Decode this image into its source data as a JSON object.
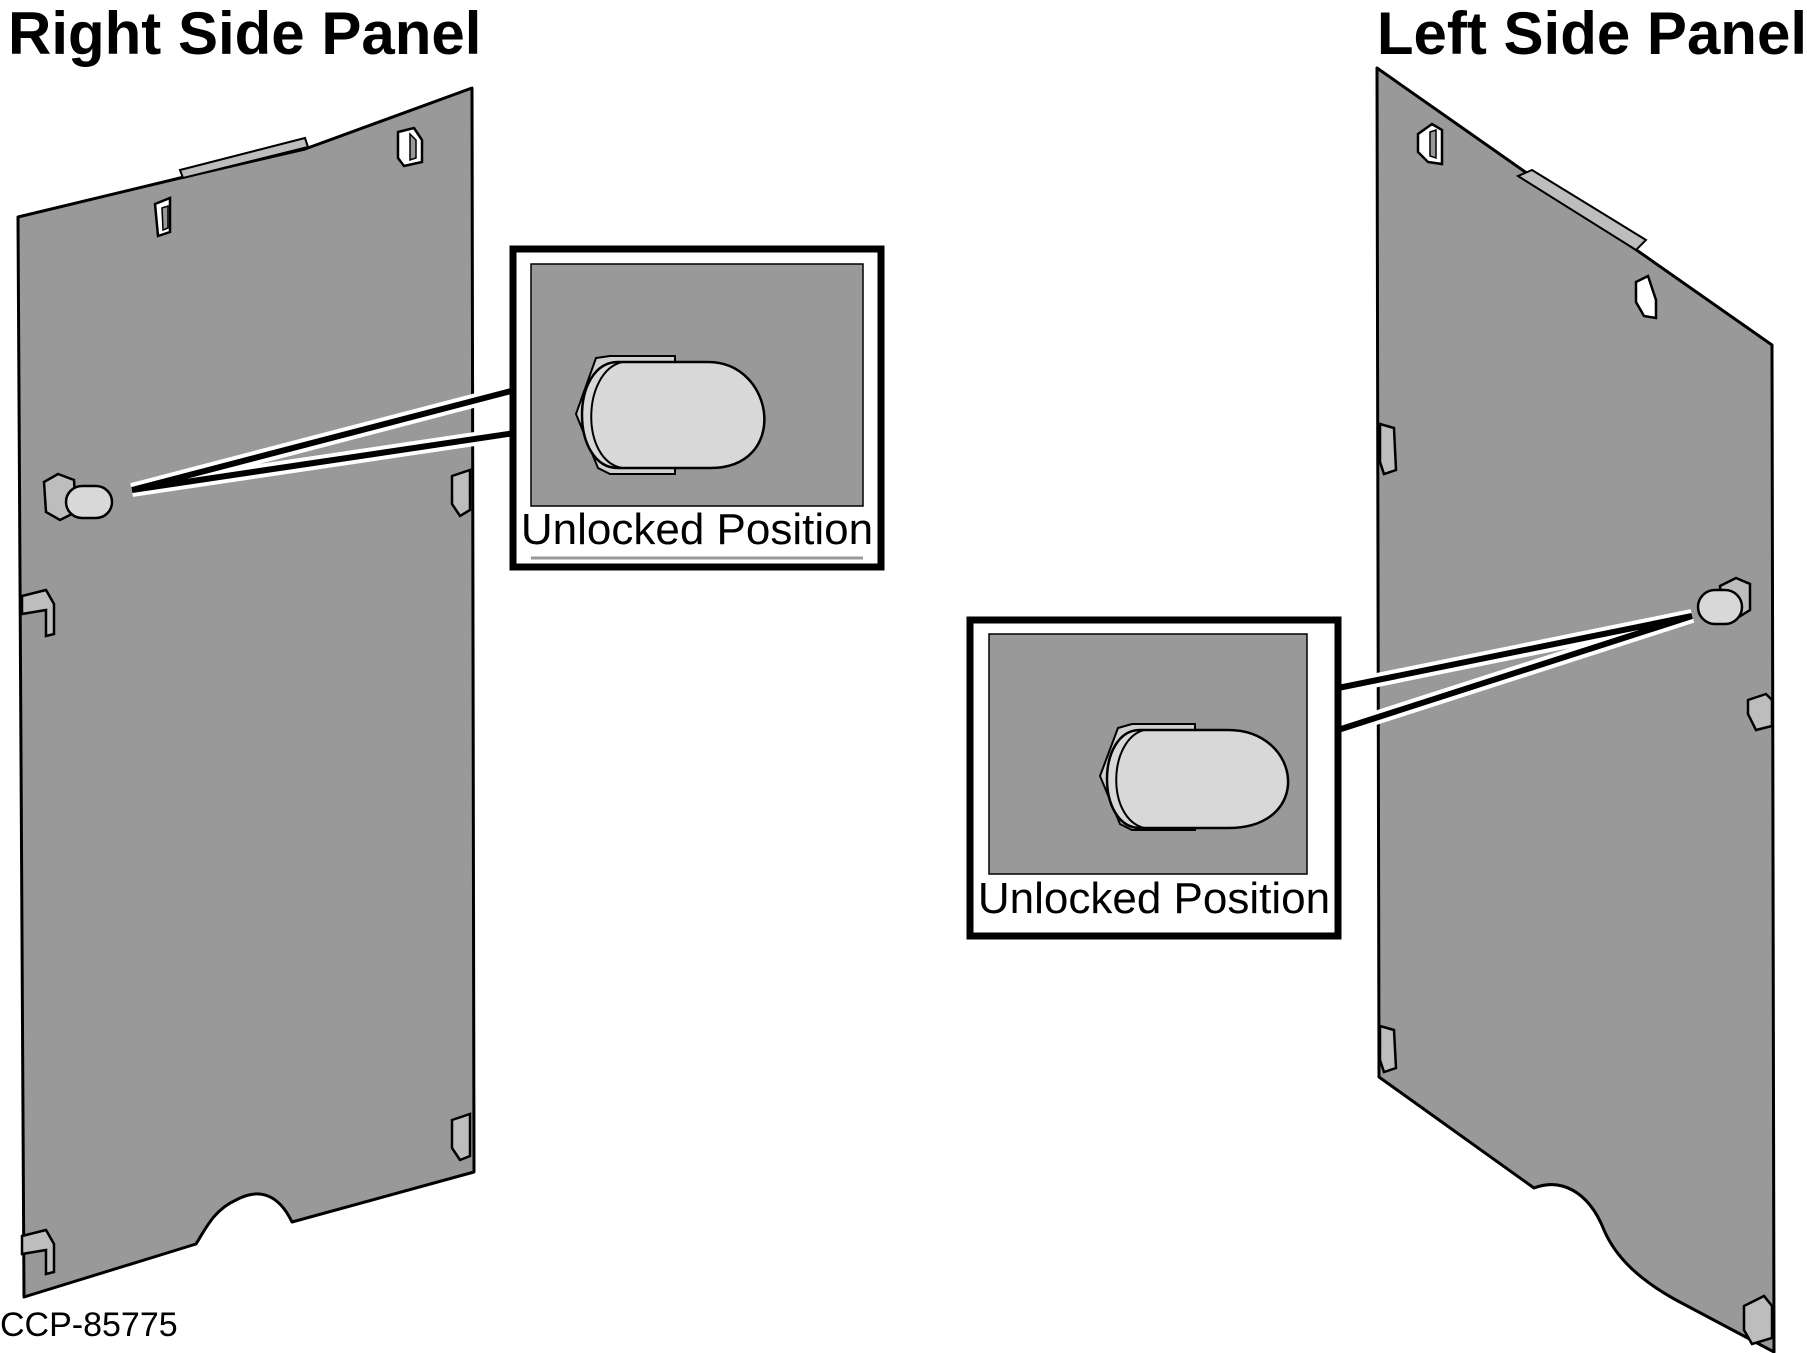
{
  "titles": {
    "right_panel": "Right Side Panel",
    "left_panel": "Left Side Panel"
  },
  "callouts": {
    "right_caption": "Unlocked Position",
    "left_caption": "Unlocked Position"
  },
  "figure_id": "CCP-85775",
  "colors": {
    "panel_fill": "#999999",
    "latch_fill": "#d8d8d8",
    "outline": "#000000",
    "background": "#ffffff"
  },
  "icons": [
    "latch-knob-icon",
    "mounting-clip-icon"
  ]
}
